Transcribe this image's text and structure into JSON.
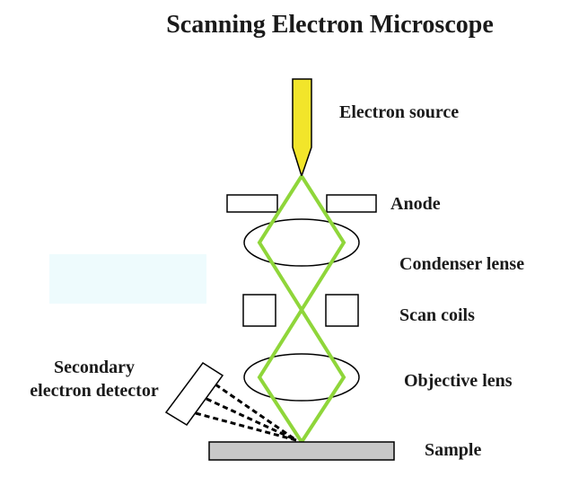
{
  "title": "Scanning Electron Microscope",
  "labels": {
    "electron_source": "Electron source",
    "anode": "Anode",
    "condenser_lense": "Condenser lense",
    "scan_coils": "Scan coils",
    "objective_lens": "Objective lens",
    "sample": "Sample",
    "detector_line1": "Secondary",
    "detector_line2": "electron detector"
  },
  "colors": {
    "beam": "#8fd63a",
    "source": "#f2e52a",
    "sample": "#c8c8c8",
    "outline": "#000000",
    "faint_patch": "#eefbfd"
  }
}
